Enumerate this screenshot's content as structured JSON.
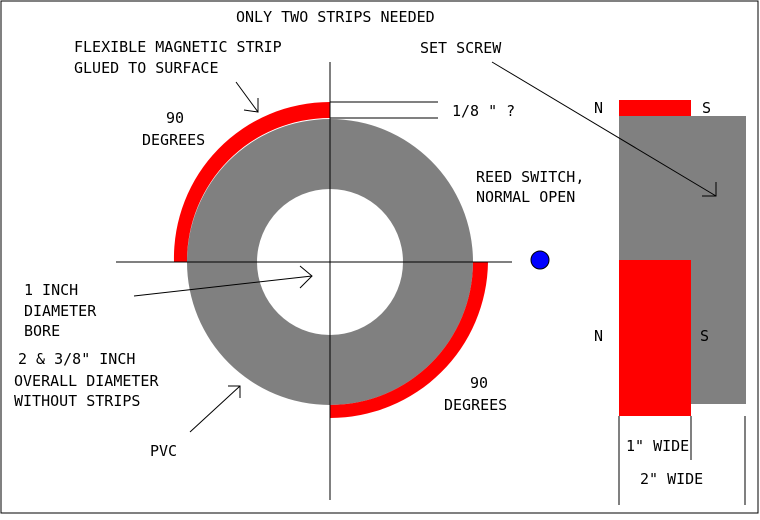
{
  "title": "ONLY TWO STRIPS NEEDED",
  "labels": {
    "strip_line1": "FLEXIBLE MAGNETIC STRIP",
    "strip_line2": "GLUED TO SURFACE",
    "set_screw": "SET SCREW",
    "deg_top_1": "90",
    "deg_top_2": "DEGREES",
    "gap": "1/8 \" ?",
    "reed_1": "REED SWITCH,",
    "reed_2": "NORMAL OPEN",
    "bore_1": "1 INCH",
    "bore_2": "DIAMETER",
    "bore_3": "BORE",
    "overall_1": "2 & 3/8\" INCH",
    "overall_2": "OVERALL DIAMETER",
    "overall_3": "WITHOUT STRIPS",
    "deg_bot_1": "90",
    "deg_bot_2": "DEGREES",
    "pvc": "PVC",
    "n_top": "N",
    "s_top": "S",
    "n_mid": "N",
    "s_mid": "S",
    "one_wide": "1\" WIDE",
    "two_wide": "2\" WIDE"
  },
  "colors": {
    "ring": "#808080",
    "magnet": "#ff0000",
    "reed": "#0000ff",
    "ink": "#000000"
  }
}
